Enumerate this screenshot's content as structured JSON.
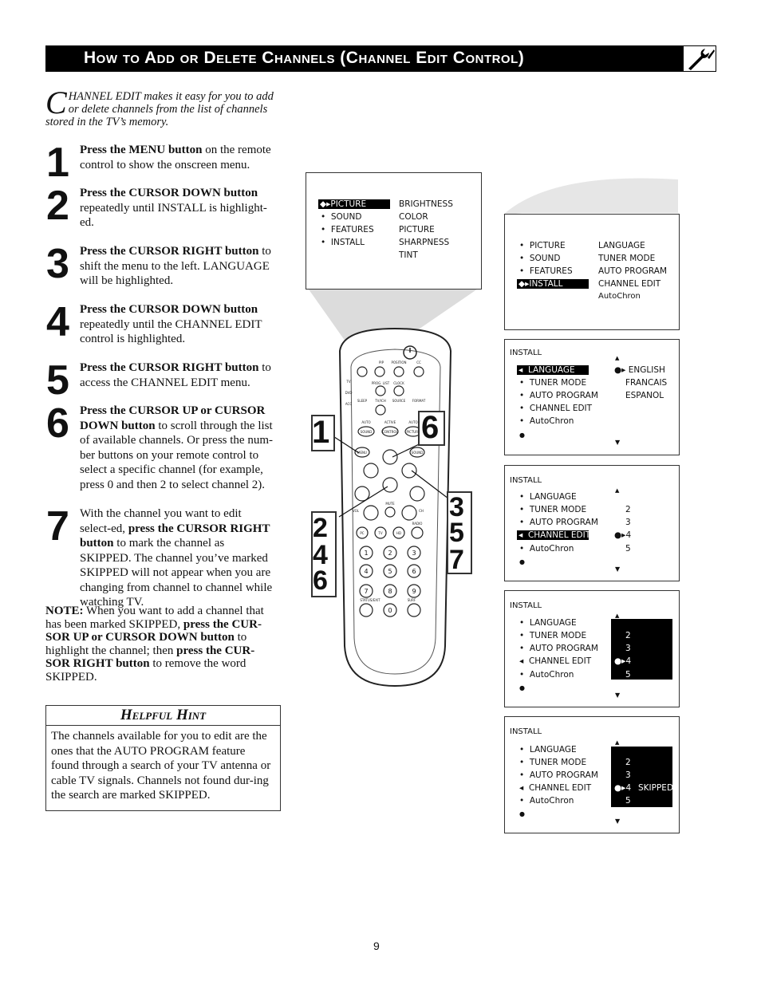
{
  "header": {
    "title": "How to Add or Delete Channels (Channel Edit Control)",
    "icon": "wrench-screwdriver-icon"
  },
  "intro": {
    "dropcap": "C",
    "text": "HANNEL EDIT makes it easy for you to add or delete channels from the list of channels stored in the TV’s memory."
  },
  "steps": [
    {
      "num": "1",
      "bold": "Press the MENU button",
      "rest": " on the remote control to show the onscreen menu."
    },
    {
      "num": "2",
      "bold": "Press the CURSOR DOWN button",
      "rest": " repeatedly until INSTALL is highlight-ed."
    },
    {
      "num": "3",
      "bold": "Press the CURSOR RIGHT button",
      "rest": " to shift the menu to the left. LANGUAGE will be highlighted."
    },
    {
      "num": "4",
      "bold": "Press the CURSOR DOWN button",
      "rest": " repeatedly until the CHANNEL EDIT control is highlighted."
    },
    {
      "num": "5",
      "bold": "Press the CURSOR RIGHT button",
      "rest": " to access the CHANNEL EDIT menu."
    },
    {
      "num": "6",
      "bold": "Press the CURSOR UP or CURSOR DOWN button",
      "rest": " to scroll through the list of available channels.  Or press the num-ber buttons on your remote control to select a specific channel (for example, press 0 and then 2 to select channel 2)."
    },
    {
      "num": "7",
      "pre": "With the channel you want to edit select-ed, ",
      "bold": "press the CURSOR RIGHT button",
      "rest": " to mark the channel as SKIPPED.  The channel you’ve marked SKIPPED will not appear when you are changing from channel to channel while watching TV."
    }
  ],
  "note": {
    "label": "NOTE:",
    "t1": "  When you want to add a channel that has been marked SKIPPED, ",
    "b1": "press the CUR-SOR UP or CURSOR DOWN button",
    "t2": " to highlight the channel; then ",
    "b2": "press the CUR-SOR RIGHT button",
    "t3": " to remove the word SKIPPED."
  },
  "hint": {
    "title": "Helpful Hint",
    "text": "The channels available for you to edit are the ones that the AUTO PROGRAM feature found through a search of your TV antenna or cable TV signals. Channels not found dur-ing the search are marked SKIPPED."
  },
  "menu1": {
    "left": [
      "PICTURE",
      "SOUND",
      "FEATURES",
      "INSTALL"
    ],
    "right": [
      "BRIGHTNESS",
      "COLOR",
      "PICTURE",
      "SHARPNESS",
      "TINT"
    ]
  },
  "menu2": {
    "left": [
      "PICTURE",
      "SOUND",
      "FEATURES",
      "INSTALL"
    ],
    "right": [
      "LANGUAGE",
      "TUNER MODE",
      "AUTO PROGRAM",
      "CHANNEL EDIT",
      "AutoChron"
    ]
  },
  "menu3": {
    "title": "INSTALL",
    "left": [
      "LANGUAGE",
      "TUNER MODE",
      "AUTO PROGRAM",
      "CHANNEL EDIT",
      "AutoChron"
    ],
    "right": [
      "ENGLISH",
      "FRANCAIS",
      "ESPANOL"
    ]
  },
  "menu4": {
    "title": "INSTALL",
    "left": [
      "LANGUAGE",
      "TUNER MODE",
      "AUTO PROGRAM",
      "CHANNEL EDIT",
      "AutoChron"
    ],
    "right": [
      "2",
      "3",
      "4",
      "5"
    ]
  },
  "menu5": {
    "title": "INSTALL",
    "left": [
      "LANGUAGE",
      "TUNER MODE",
      "AUTO PROGRAM",
      "CHANNEL EDIT",
      "AutoChron"
    ],
    "right": [
      "2",
      "3",
      "4",
      "5"
    ]
  },
  "menu6": {
    "title": "INSTALL",
    "left": [
      "LANGUAGE",
      "TUNER MODE",
      "AUTO PROGRAM",
      "CHANNEL EDIT",
      "AutoChron"
    ],
    "right": [
      "2",
      "3",
      "4",
      "5"
    ],
    "skipped": "SKIPPED"
  },
  "callouts": {
    "a": "1",
    "b": "6",
    "c": "3",
    "d": "5",
    "e": "7",
    "f": "2",
    "g": "4",
    "h": "6"
  },
  "remote": {
    "labels": [
      "PIP",
      "POSITION",
      "CC",
      "TV",
      "DVD",
      "ACC",
      "PROG. LIST",
      "CLOCK",
      "SLEEP",
      "TV/ICH",
      "SOURCE",
      "FORMAT",
      "AUTO",
      "ACTIVE",
      "AUTO",
      "SOUND",
      "CONTROL",
      "PICTURE",
      "MENU",
      "SOUND",
      "VOL",
      "MUTE",
      "CH",
      "RADIO",
      "PC",
      "TV",
      "HD",
      "1",
      "2",
      "3",
      "4",
      "5",
      "6",
      "7",
      "8",
      "9",
      "0",
      "STATUS/EXIT",
      "SURF"
    ]
  },
  "page": {
    "number": "9"
  }
}
